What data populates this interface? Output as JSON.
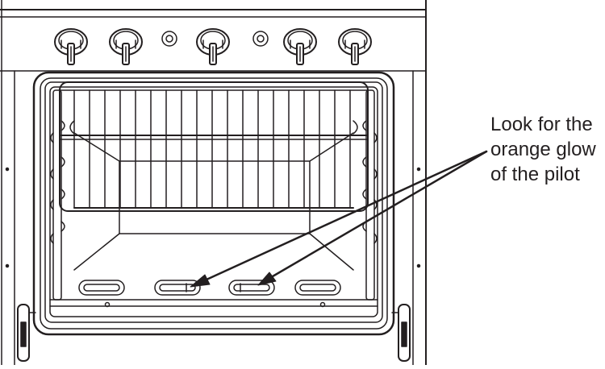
{
  "callout": {
    "lines": [
      "Look for the",
      "orange glow",
      "of the pilot"
    ]
  },
  "colors": {
    "ink": "#231f20",
    "background": "#ffffff"
  },
  "icons": {
    "knob": "control-knob-icon",
    "indicator": "indicator-light-icon",
    "hinge": "door-hinge-icon",
    "arrow": "pointer-arrow"
  }
}
